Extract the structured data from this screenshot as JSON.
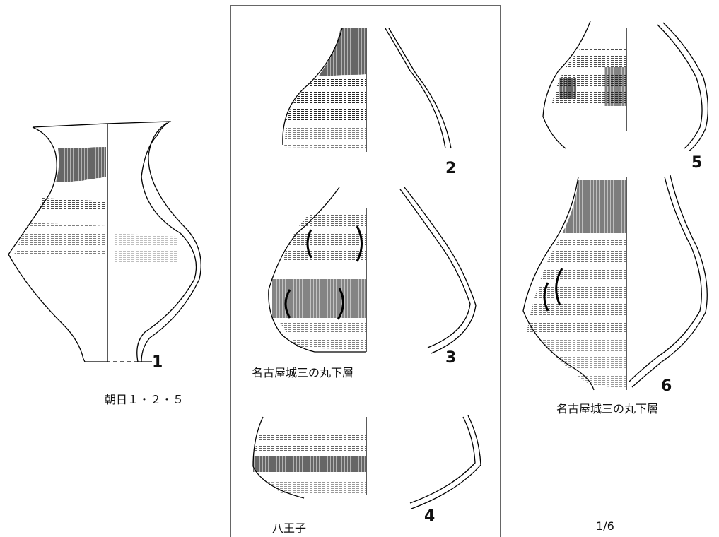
{
  "figures": [
    {
      "number": "1"
    },
    {
      "number": "2"
    },
    {
      "number": "3"
    },
    {
      "number": "4"
    },
    {
      "number": "5"
    },
    {
      "number": "6"
    }
  ],
  "captions": {
    "asahi": "朝日１・２・５",
    "nagoya_center": "名古屋城三の丸下層",
    "hachioji": "八王子",
    "nagoya_right": "名古屋城三の丸下層",
    "scale": "1/6"
  }
}
